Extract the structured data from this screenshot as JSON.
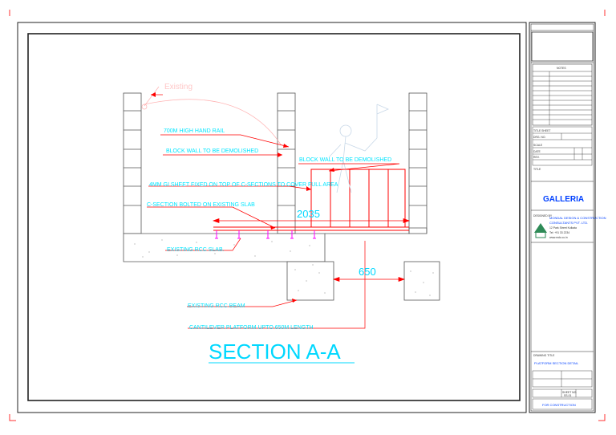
{
  "drawing": {
    "title": "SECTION A-A",
    "dimensions": {
      "platform_length": "2035",
      "beam_gap": "650"
    },
    "annotations": {
      "hand_rail": "700M HIGH HAND RAIL",
      "block_wall_demolish_left": "BLOCK WALL TO BE DEMOLISHED",
      "block_wall_demolish_right": "BLOCK WALL TO BE DEMOLISHED",
      "gi_sheet": "4MM GI SHEET FIXED ON TOP OF C-SECTIONS TO COVER FULL AREA",
      "c_section": "C-SECTION BOLTED ON EXISTING SLAB",
      "slab": "EXISTING RCC SLAB.",
      "beam": "EXISTING RCC BEAM",
      "cantilever": "CANTILEVER PLATFORM UPTO 650M LENGTH",
      "faded_label": "Existing"
    },
    "colors": {
      "annotation": "#00e5ff",
      "leader": "#ff0000",
      "beam_detail": "#ff00ff"
    }
  },
  "title_block": {
    "project_title": "GALLERIA",
    "project_label": "TITLE",
    "revision_header": "NOTES",
    "rows": [
      "TITLE SHEET",
      "DRG. NO.",
      "SCALE",
      "DATE",
      "REV."
    ],
    "consultant_label": "DESIGNED BY",
    "consultant_lines": [
      "MONDAL DESIGN & CONSTRUCTION",
      "CONSULTANTS PVT. LTD.",
      "12 Park Street Kolkata",
      "Tel: +91 33 2234",
      "www.mdc.co.in"
    ],
    "drawing_label": "DRAWING TITLE",
    "drawing_value": "PLATFORM SECTION DETAIL",
    "sheet_label": "SHEET NO.",
    "sheet_value": "SS-01",
    "footer_value": "FOR CONSTRUCTION"
  }
}
